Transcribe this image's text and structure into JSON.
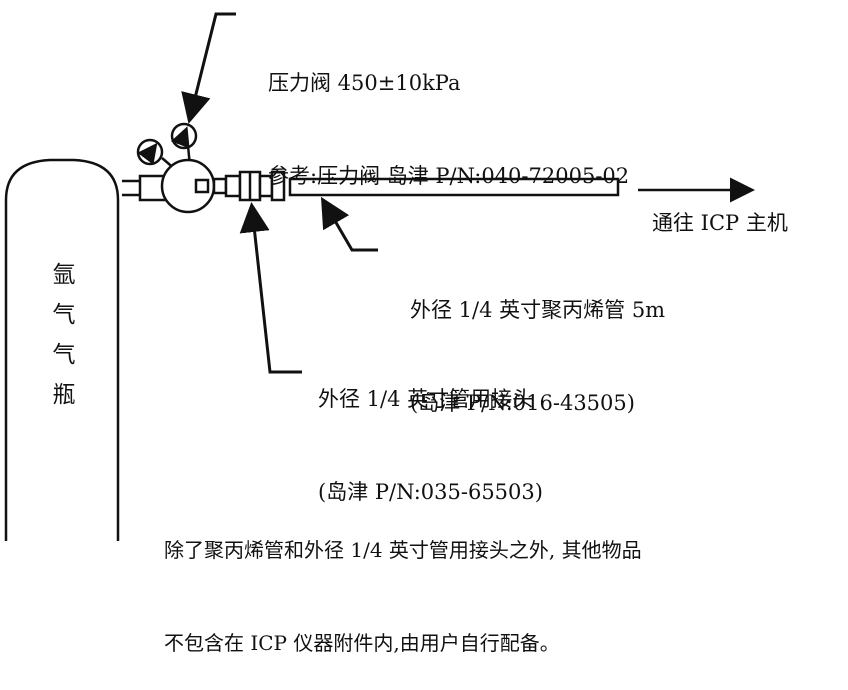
{
  "diagram": {
    "regulator": {
      "line1": "压力阀 450±10kPa",
      "line2": "参考:压力阀 岛津 P/N:040-72005-02"
    },
    "to_icp": "通往 ICP 主机",
    "tube": {
      "line1": "外径 1/4 英寸聚丙烯管 5m",
      "line2": "(岛津 P/N:016-43505)"
    },
    "fitting": {
      "line1": "外径 1/4 英寸管用接头",
      "line2": "(岛津 P/N:035-65503)"
    },
    "cylinder_label": [
      "氩",
      "气",
      "气",
      "瓶"
    ],
    "note": {
      "line1": "除了聚丙烯管和外径 1/4 英寸管用接头之外, 其他物品",
      "line2": "不包含在 ICP 仪器附件内,由用户自行配备。"
    }
  }
}
